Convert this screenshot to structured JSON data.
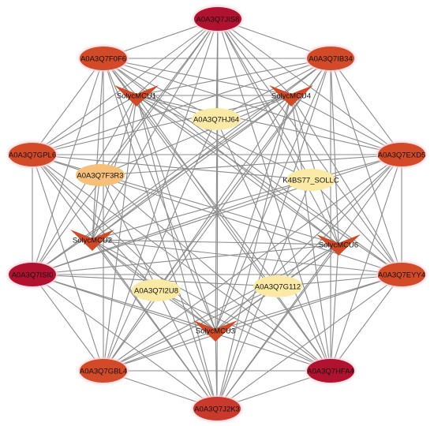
{
  "colors": {
    "edge": "#8c8c8c",
    "dark_red": "#b0122f",
    "red": "#c93a2c",
    "orange_red": "#d24a28",
    "hub_orange": "#cf4a26",
    "light_orange": "#f6c07a",
    "pale_yellow": "#fbeaa6",
    "glow": "#ffd3dc"
  },
  "nodes": [
    {
      "id": "A0A3Q7JIS8",
      "label": "A0A3Q7JIS8",
      "shape": "ellipse",
      "fill": "dark_red"
    },
    {
      "id": "A0A3Q7IB34",
      "label": "A0A3Q7IB34",
      "shape": "ellipse",
      "fill": "orange_red"
    },
    {
      "id": "A0A3Q7EXD5",
      "label": "A0A3Q7EXD5",
      "shape": "ellipse",
      "fill": "orange_red"
    },
    {
      "id": "A0A3Q7EYY4",
      "label": "A0A3Q7EYY4",
      "shape": "ellipse",
      "fill": "orange_red"
    },
    {
      "id": "A0A3Q7HFA4",
      "label": "A0A3Q7HFA4",
      "shape": "ellipse",
      "fill": "dark_red"
    },
    {
      "id": "A0A3Q7J2K3",
      "label": "A0A3Q7J2K3",
      "shape": "ellipse",
      "fill": "red"
    },
    {
      "id": "A0A3Q7GBL4",
      "label": "A0A3Q7GBL4",
      "shape": "ellipse",
      "fill": "orange_red"
    },
    {
      "id": "A0A3Q7ISI0",
      "label": "A0A3Q7ISI0",
      "shape": "ellipse",
      "fill": "dark_red"
    },
    {
      "id": "A0A3Q7GPL6",
      "label": "A0A3Q7GPL6",
      "shape": "ellipse",
      "fill": "orange_red"
    },
    {
      "id": "A0A3Q7F0F6",
      "label": "A0A3Q7F0F6",
      "shape": "ellipse",
      "fill": "orange_red"
    },
    {
      "id": "SolycMCU1",
      "label": "SolycMCU1",
      "shape": "v",
      "fill": "hub_orange"
    },
    {
      "id": "SolycMCU4",
      "label": "SolycMCU4",
      "shape": "v",
      "fill": "hub_orange"
    },
    {
      "id": "SolycMCU6",
      "label": "SolycMCU6",
      "shape": "v",
      "fill": "hub_orange"
    },
    {
      "id": "SolycMCU3",
      "label": "SolycMCU3",
      "shape": "v",
      "fill": "hub_orange"
    },
    {
      "id": "SolycMCU2",
      "label": "SolycMCU2",
      "shape": "v",
      "fill": "hub_orange"
    },
    {
      "id": "A0A3Q7HJ64",
      "label": "A0A3Q7HJ64",
      "shape": "ellipse-small",
      "fill": "pale_yellow"
    },
    {
      "id": "K4BS77_SOLLC",
      "label": "K4BS77_SOLLC",
      "shape": "ellipse-small",
      "fill": "pale_yellow"
    },
    {
      "id": "A0A3Q7G112",
      "label": "A0A3Q7G112",
      "shape": "ellipse-small",
      "fill": "pale_yellow"
    },
    {
      "id": "A0A3Q7I2U8",
      "label": "A0A3Q7I2U8",
      "shape": "ellipse-small",
      "fill": "pale_yellow"
    },
    {
      "id": "A0A3Q7F3R3",
      "label": "A0A3Q7F3R3",
      "shape": "ellipse-small",
      "fill": "light_orange"
    }
  ],
  "edges": [
    [
      "A0A3Q7JIS8",
      "A0A3Q7IB34"
    ],
    [
      "A0A3Q7JIS8",
      "A0A3Q7EXD5"
    ],
    [
      "A0A3Q7JIS8",
      "A0A3Q7EYY4"
    ],
    [
      "A0A3Q7JIS8",
      "A0A3Q7HFA4"
    ],
    [
      "A0A3Q7JIS8",
      "A0A3Q7J2K3"
    ],
    [
      "A0A3Q7JIS8",
      "A0A3Q7GBL4"
    ],
    [
      "A0A3Q7JIS8",
      "A0A3Q7ISI0"
    ],
    [
      "A0A3Q7JIS8",
      "A0A3Q7GPL6"
    ],
    [
      "A0A3Q7JIS8",
      "A0A3Q7F0F6"
    ],
    [
      "A0A3Q7JIS8",
      "SolycMCU1"
    ],
    [
      "A0A3Q7JIS8",
      "SolycMCU4"
    ],
    [
      "A0A3Q7JIS8",
      "SolycMCU6"
    ],
    [
      "A0A3Q7JIS8",
      "SolycMCU3"
    ],
    [
      "A0A3Q7JIS8",
      "SolycMCU2"
    ],
    [
      "A0A3Q7JIS8",
      "A0A3Q7HJ64"
    ],
    [
      "A0A3Q7JIS8",
      "K4BS77_SOLLC"
    ],
    [
      "A0A3Q7JIS8",
      "A0A3Q7F3R3"
    ],
    [
      "A0A3Q7IB34",
      "A0A3Q7EXD5"
    ],
    [
      "A0A3Q7IB34",
      "A0A3Q7EYY4"
    ],
    [
      "A0A3Q7IB34",
      "A0A3Q7HFA4"
    ],
    [
      "A0A3Q7IB34",
      "A0A3Q7J2K3"
    ],
    [
      "A0A3Q7IB34",
      "A0A3Q7GBL4"
    ],
    [
      "A0A3Q7IB34",
      "A0A3Q7ISI0"
    ],
    [
      "A0A3Q7IB34",
      "A0A3Q7GPL6"
    ],
    [
      "A0A3Q7IB34",
      "A0A3Q7F0F6"
    ],
    [
      "A0A3Q7IB34",
      "SolycMCU1"
    ],
    [
      "A0A3Q7IB34",
      "SolycMCU2"
    ],
    [
      "A0A3Q7IB34",
      "SolycMCU3"
    ],
    [
      "A0A3Q7IB34",
      "SolycMCU6"
    ],
    [
      "A0A3Q7IB34",
      "A0A3Q7HJ64"
    ],
    [
      "A0A3Q7IB34",
      "A0A3Q7I2U8"
    ],
    [
      "A0A3Q7EXD5",
      "A0A3Q7EYY4"
    ],
    [
      "A0A3Q7EXD5",
      "A0A3Q7HFA4"
    ],
    [
      "A0A3Q7EXD5",
      "A0A3Q7J2K3"
    ],
    [
      "A0A3Q7EXD5",
      "A0A3Q7GBL4"
    ],
    [
      "A0A3Q7EXD5",
      "A0A3Q7ISI0"
    ],
    [
      "A0A3Q7EXD5",
      "A0A3Q7GPL6"
    ],
    [
      "A0A3Q7EXD5",
      "A0A3Q7F0F6"
    ],
    [
      "A0A3Q7EXD5",
      "SolycMCU1"
    ],
    [
      "A0A3Q7EXD5",
      "SolycMCU4"
    ],
    [
      "A0A3Q7EXD5",
      "SolycMCU2"
    ],
    [
      "A0A3Q7EXD5",
      "SolycMCU3"
    ],
    [
      "A0A3Q7EXD5",
      "A0A3Q7G112"
    ],
    [
      "A0A3Q7EXD5",
      "A0A3Q7F3R3"
    ],
    [
      "A0A3Q7EYY4",
      "A0A3Q7HFA4"
    ],
    [
      "A0A3Q7EYY4",
      "A0A3Q7J2K3"
    ],
    [
      "A0A3Q7EYY4",
      "A0A3Q7GBL4"
    ],
    [
      "A0A3Q7EYY4",
      "A0A3Q7ISI0"
    ],
    [
      "A0A3Q7EYY4",
      "A0A3Q7GPL6"
    ],
    [
      "A0A3Q7EYY4",
      "A0A3Q7F0F6"
    ],
    [
      "A0A3Q7EYY4",
      "SolycMCU1"
    ],
    [
      "A0A3Q7EYY4",
      "SolycMCU4"
    ],
    [
      "A0A3Q7EYY4",
      "SolycMCU2"
    ],
    [
      "A0A3Q7EYY4",
      "SolycMCU3"
    ],
    [
      "A0A3Q7EYY4",
      "A0A3Q7G112"
    ],
    [
      "A0A3Q7EYY4",
      "K4BS77_SOLLC"
    ],
    [
      "A0A3Q7HFA4",
      "A0A3Q7J2K3"
    ],
    [
      "A0A3Q7HFA4",
      "A0A3Q7GBL4"
    ],
    [
      "A0A3Q7HFA4",
      "A0A3Q7ISI0"
    ],
    [
      "A0A3Q7HFA4",
      "A0A3Q7GPL6"
    ],
    [
      "A0A3Q7HFA4",
      "A0A3Q7F0F6"
    ],
    [
      "A0A3Q7HFA4",
      "SolycMCU1"
    ],
    [
      "A0A3Q7HFA4",
      "SolycMCU4"
    ],
    [
      "A0A3Q7HFA4",
      "SolycMCU6"
    ],
    [
      "A0A3Q7HFA4",
      "SolycMCU2"
    ],
    [
      "A0A3Q7HFA4",
      "A0A3Q7HJ64"
    ],
    [
      "A0A3Q7HFA4",
      "A0A3Q7F3R3"
    ],
    [
      "A0A3Q7HFA4",
      "A0A3Q7I2U8"
    ],
    [
      "A0A3Q7J2K3",
      "A0A3Q7GBL4"
    ],
    [
      "A0A3Q7J2K3",
      "A0A3Q7ISI0"
    ],
    [
      "A0A3Q7J2K3",
      "A0A3Q7GPL6"
    ],
    [
      "A0A3Q7J2K3",
      "A0A3Q7F0F6"
    ],
    [
      "A0A3Q7J2K3",
      "SolycMCU1"
    ],
    [
      "A0A3Q7J2K3",
      "SolycMCU4"
    ],
    [
      "A0A3Q7J2K3",
      "SolycMCU6"
    ],
    [
      "A0A3Q7J2K3",
      "SolycMCU2"
    ],
    [
      "A0A3Q7J2K3",
      "SolycMCU3"
    ],
    [
      "A0A3Q7J2K3",
      "K4BS77_SOLLC"
    ],
    [
      "A0A3Q7J2K3",
      "A0A3Q7F3R3"
    ],
    [
      "A0A3Q7GBL4",
      "A0A3Q7ISI0"
    ],
    [
      "A0A3Q7GBL4",
      "A0A3Q7GPL6"
    ],
    [
      "A0A3Q7GBL4",
      "A0A3Q7F0F6"
    ],
    [
      "A0A3Q7GBL4",
      "SolycMCU1"
    ],
    [
      "A0A3Q7GBL4",
      "SolycMCU4"
    ],
    [
      "A0A3Q7GBL4",
      "SolycMCU6"
    ],
    [
      "A0A3Q7GBL4",
      "SolycMCU3"
    ],
    [
      "A0A3Q7GBL4",
      "A0A3Q7HJ64"
    ],
    [
      "A0A3Q7GBL4",
      "A0A3Q7G112"
    ],
    [
      "A0A3Q7ISI0",
      "A0A3Q7GPL6"
    ],
    [
      "A0A3Q7ISI0",
      "A0A3Q7F0F6"
    ],
    [
      "A0A3Q7ISI0",
      "SolycMCU1"
    ],
    [
      "A0A3Q7ISI0",
      "SolycMCU4"
    ],
    [
      "A0A3Q7ISI0",
      "SolycMCU6"
    ],
    [
      "A0A3Q7ISI0",
      "SolycMCU3"
    ],
    [
      "A0A3Q7ISI0",
      "K4BS77_SOLLC"
    ],
    [
      "A0A3Q7ISI0",
      "A0A3Q7G112"
    ],
    [
      "A0A3Q7GPL6",
      "A0A3Q7F0F6"
    ],
    [
      "A0A3Q7GPL6",
      "SolycMCU1"
    ],
    [
      "A0A3Q7GPL6",
      "SolycMCU4"
    ],
    [
      "A0A3Q7GPL6",
      "SolycMCU6"
    ],
    [
      "A0A3Q7GPL6",
      "SolycMCU3"
    ],
    [
      "A0A3Q7GPL6",
      "K4BS77_SOLLC"
    ],
    [
      "A0A3Q7GPL6",
      "A0A3Q7I2U8"
    ],
    [
      "A0A3Q7F0F6",
      "SolycMCU1"
    ],
    [
      "A0A3Q7F0F6",
      "SolycMCU4"
    ],
    [
      "A0A3Q7F0F6",
      "SolycMCU6"
    ],
    [
      "A0A3Q7F0F6",
      "SolycMCU3"
    ],
    [
      "A0A3Q7F0F6",
      "SolycMCU2"
    ],
    [
      "A0A3Q7F0F6",
      "A0A3Q7G112"
    ],
    [
      "A0A3Q7F0F6",
      "A0A3Q7HJ64"
    ],
    [
      "SolycMCU1",
      "SolycMCU4"
    ],
    [
      "SolycMCU1",
      "SolycMCU6"
    ],
    [
      "SolycMCU1",
      "SolycMCU3"
    ],
    [
      "SolycMCU1",
      "SolycMCU2"
    ],
    [
      "SolycMCU1",
      "A0A3Q7HJ64"
    ],
    [
      "SolycMCU1",
      "K4BS77_SOLLC"
    ],
    [
      "SolycMCU4",
      "SolycMCU6"
    ],
    [
      "SolycMCU4",
      "SolycMCU3"
    ],
    [
      "SolycMCU4",
      "SolycMCU2"
    ],
    [
      "SolycMCU4",
      "A0A3Q7HJ64"
    ],
    [
      "SolycMCU4",
      "A0A3Q7F3R3"
    ],
    [
      "SolycMCU6",
      "SolycMCU3"
    ],
    [
      "SolycMCU6",
      "SolycMCU2"
    ],
    [
      "SolycMCU6",
      "A0A3Q7G112"
    ],
    [
      "SolycMCU3",
      "SolycMCU2"
    ],
    [
      "SolycMCU3",
      "A0A3Q7I2U8"
    ],
    [
      "SolycMCU3",
      "A0A3Q7G112"
    ],
    [
      "SolycMCU2",
      "A0A3Q7F3R3"
    ],
    [
      "SolycMCU2",
      "A0A3Q7I2U8"
    ]
  ]
}
